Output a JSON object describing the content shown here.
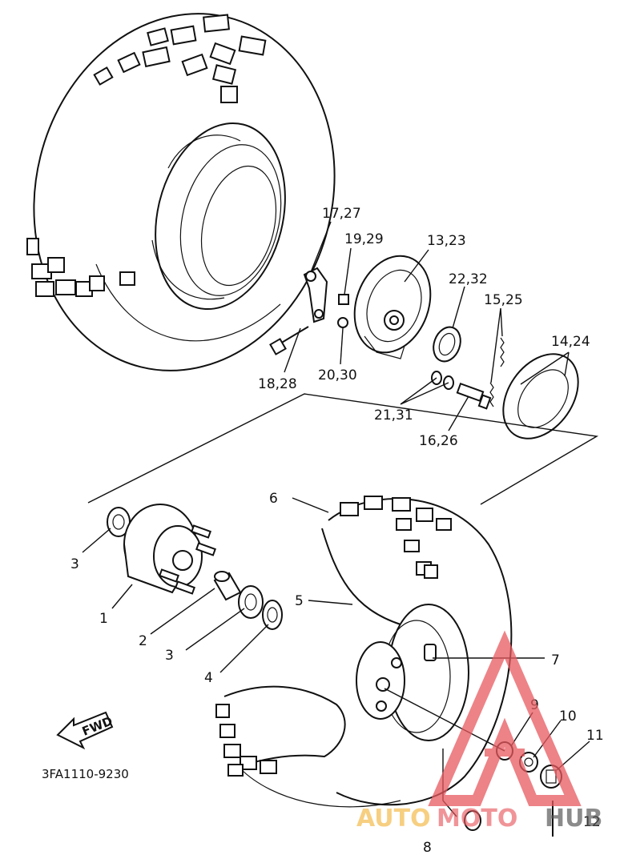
{
  "diagram_code": "3FA1110-9230",
  "fwd_label": "FWD",
  "callouts": [
    {
      "id": "c1",
      "text": "1"
    },
    {
      "id": "c2",
      "text": "2"
    },
    {
      "id": "c3a",
      "text": "3"
    },
    {
      "id": "c3b",
      "text": "3"
    },
    {
      "id": "c4",
      "text": "4"
    },
    {
      "id": "c5",
      "text": "5"
    },
    {
      "id": "c6",
      "text": "6"
    },
    {
      "id": "c7",
      "text": "7"
    },
    {
      "id": "c8",
      "text": "8"
    },
    {
      "id": "c9",
      "text": "9"
    },
    {
      "id": "c10",
      "text": "10"
    },
    {
      "id": "c11",
      "text": "11"
    },
    {
      "id": "c12",
      "text": "12"
    },
    {
      "id": "c13",
      "text": "13,23"
    },
    {
      "id": "c14",
      "text": "14,24"
    },
    {
      "id": "c15",
      "text": "15,25"
    },
    {
      "id": "c16",
      "text": "16,26"
    },
    {
      "id": "c17",
      "text": "17,27"
    },
    {
      "id": "c18",
      "text": "18,28"
    },
    {
      "id": "c19",
      "text": "19,29"
    },
    {
      "id": "c20",
      "text": "20,30"
    },
    {
      "id": "c21",
      "text": "21,31"
    },
    {
      "id": "c22",
      "text": "22,32"
    }
  ],
  "watermark": {
    "part1": "AUTO",
    "part2": "MOTO",
    "part3": "HUB",
    "colors": {
      "auto": "#f2b43a",
      "moto": "#e8595f",
      "hub": "#555555"
    }
  }
}
